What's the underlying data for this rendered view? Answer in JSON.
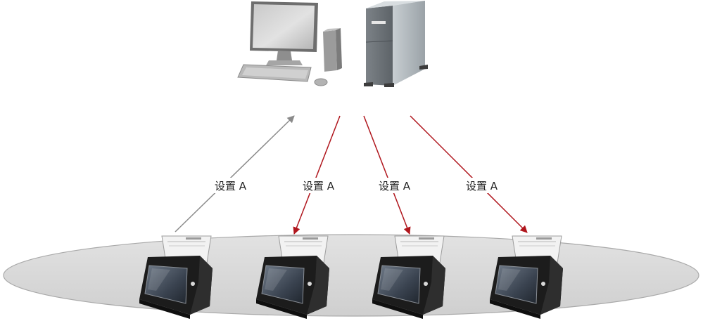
{
  "diagram": {
    "labels": {
      "upload": "设置 A",
      "download_1": "设置 A",
      "download_2": "设置 A",
      "download_3": "设置 A"
    },
    "colors": {
      "upload_arrow": "#8a8a8a",
      "download_arrow": "#b0161d",
      "platform": "#d6d6d6"
    },
    "icons": {
      "computer": "desktop-computer-icon",
      "server": "tower-server-icon",
      "scanner": "network-scanner-icon"
    }
  }
}
